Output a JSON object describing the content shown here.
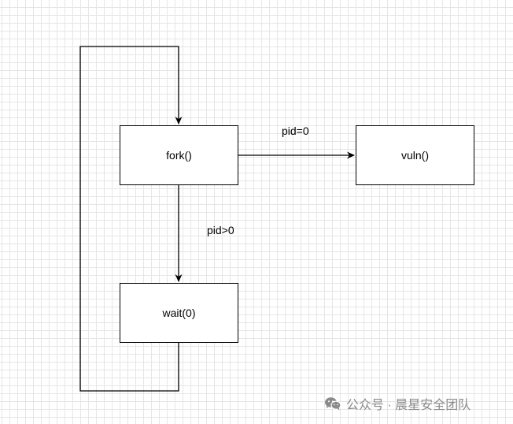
{
  "nodes": {
    "fork": "fork()",
    "vuln": "vuln()",
    "wait": "wait(0)"
  },
  "edges": {
    "fork_to_vuln": "pid=0",
    "fork_to_wait": "pid>0"
  },
  "watermark": {
    "text": "公众号 · 晨星安全团队",
    "icon": "wechat-icon"
  },
  "colors": {
    "grid": "#e6e6e6",
    "stroke": "#000000",
    "watermark": "#8a8a8a"
  }
}
